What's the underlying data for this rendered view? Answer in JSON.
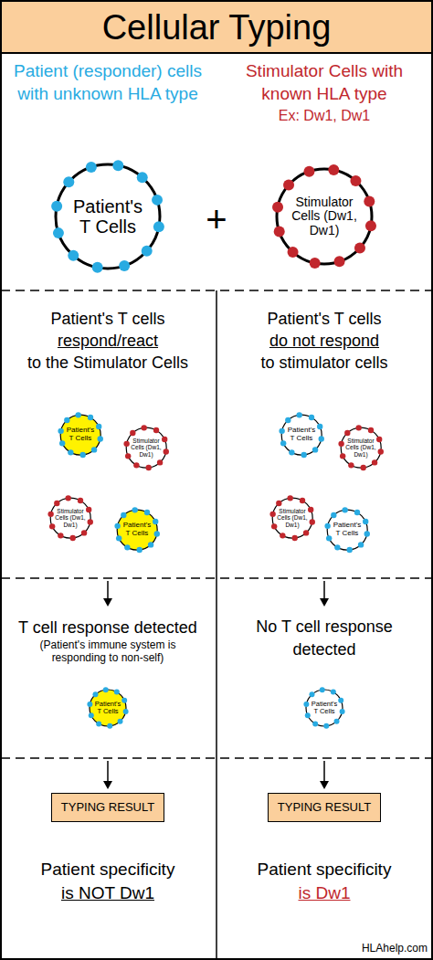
{
  "diagram": {
    "title": "Cellular Typing",
    "nodes": [
      {
        "text": [
          "Patient's T Cells"
        ]
      },
      {
        "text": [
          "Stimulator Cells (Dw1, Dw1)"
        ]
      },
      {
        "text": [
          "Patient's T Cells"
        ]
      },
      {
        "text": [
          "Stimulator Cells (Dw1, Dw1)"
        ]
      },
      {
        "text": [
          "Patient's T Cells"
        ]
      },
      {
        "text": [
          "Stimulator Cells (Dw1, Dw1)"
        ]
      },
      {
        "text": [
          "Stimulator Cells (Dw1, Dw1)"
        ]
      },
      {
        "text": [
          "Patient's T Cells"
        ]
      },
      {
        "text": [
          "Stimulator Cells (Dw1, Dw1)"
        ]
      },
      {
        "text": [
          "Patient's T Cells"
        ]
      },
      {
        "text": [
          "Patient's T Cells"
        ]
      },
      {
        "text": [
          "Patient's T Cells"
        ]
      },
      {
        "text": [
          "TYPING RESULT"
        ]
      },
      {
        "text": [
          "TYPING RESULT"
        ]
      }
    ],
    "labels": [
      "Patient (responder) cells with unknown HLA type",
      "Stimulator Cells with known HLA type",
      "Ex: Dw1, Dw1",
      "+",
      "Patient's T cells",
      "respond/react",
      "to the Stimulator Cells",
      "Patient's T cells",
      "do not respond",
      "to stimulator cells",
      "T cell response detected",
      "(Patient's immune system is responding to non-self)",
      "No T cell response detected",
      "Patient specificity",
      "is NOT Dw1",
      "Patient specificity",
      "is Dw1",
      "HLAhelp.com"
    ]
  }
}
